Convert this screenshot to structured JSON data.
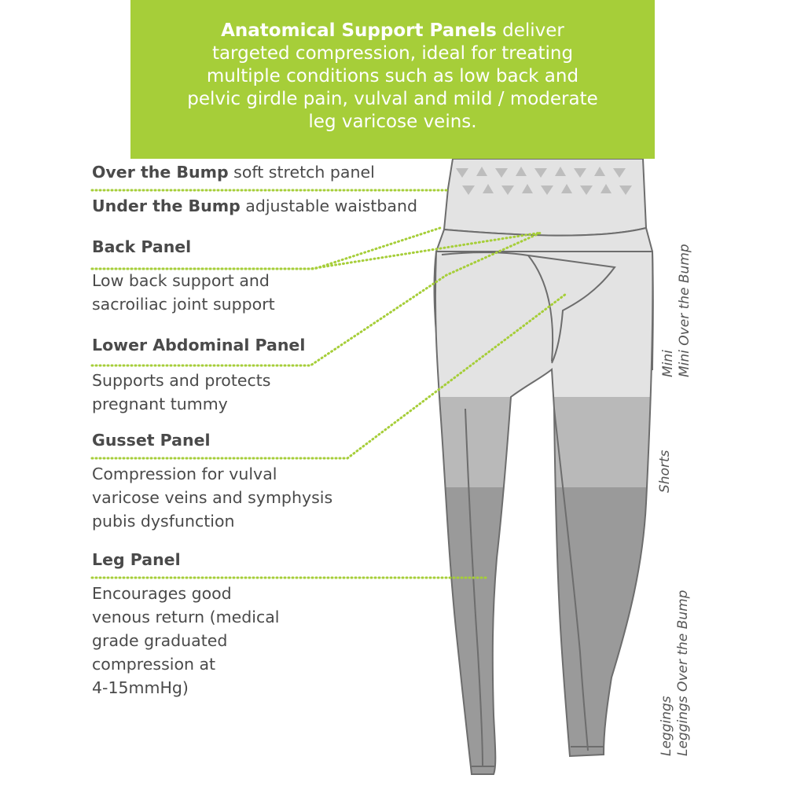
{
  "banner": {
    "bold": "Anatomical Support Panels",
    "line1_rest": " deliver",
    "line2": "targeted compression, ideal for treating",
    "line3": "multiple conditions such as low back and",
    "line4": "pelvic girdle pain, vulval and mild / moderate",
    "line5": "leg varicose veins."
  },
  "labels": {
    "over_bump": {
      "bold": "Over the Bump",
      "rest": " soft stretch panel"
    },
    "under_bump": {
      "bold": "Under the Bump",
      "rest": " adjustable waistband"
    },
    "back": {
      "title": "Back Panel",
      "line1": "Low back support and",
      "line2": "sacroiliac joint support"
    },
    "lower_abdominal": {
      "title": "Lower Abdominal Panel",
      "line1": "Supports and protects",
      "line2": "pregnant tummy"
    },
    "gusset": {
      "title": "Gusset Panel",
      "line1": "Compression for vulval",
      "line2": "varicose veins and symphysis",
      "line3": "pubis dysfunction"
    },
    "leg": {
      "title": "Leg Panel",
      "line1": "Encourages good",
      "line2": "venous return (medical",
      "line3": "grade graduated",
      "line4": "compression at",
      "line5": "4-15mmHg)"
    }
  },
  "side_labels": {
    "mini": "Mini",
    "mini_over": "Mini Over the Bump",
    "shorts": "Shorts",
    "leggings": "Leggings",
    "leggings_over": "Leggings Over the Bump"
  },
  "colors": {
    "accent": "#a6ce39",
    "dotted": "#a6ce39",
    "upper_fabric": "#e3e3e3",
    "shorts_fabric": "#b9b9b9",
    "leggings_fabric": "#9a9a9a",
    "outline": "#6d6d6d"
  }
}
